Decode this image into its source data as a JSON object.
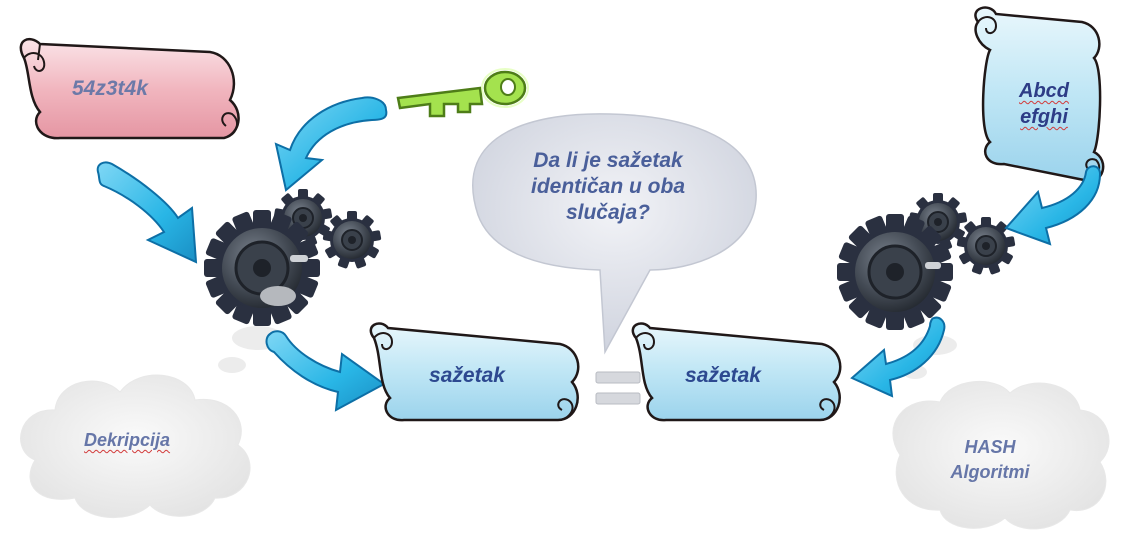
{
  "scrolls": {
    "encrypted_text": "54z3t4k",
    "plaintext_line1": "Abcd",
    "plaintext_line2": "efghi",
    "digest_left": "sažetak",
    "digest_right": "sažetak"
  },
  "question": "Da li je sažetak identičan u oba slučaja?",
  "clouds": {
    "left_label": "Dekripcija",
    "right_label_line1": "HASH",
    "right_label_line2": "Algoritmi"
  },
  "colors": {
    "arrow": "#29b6e6",
    "arrow_dark": "#0d6fa6",
    "key": "#8fdc3c",
    "pink_scroll": "#f1b6bf",
    "blue_scroll": "#bfe6f5",
    "bubble": "#dcdfe8",
    "gear": "#3f4650"
  }
}
